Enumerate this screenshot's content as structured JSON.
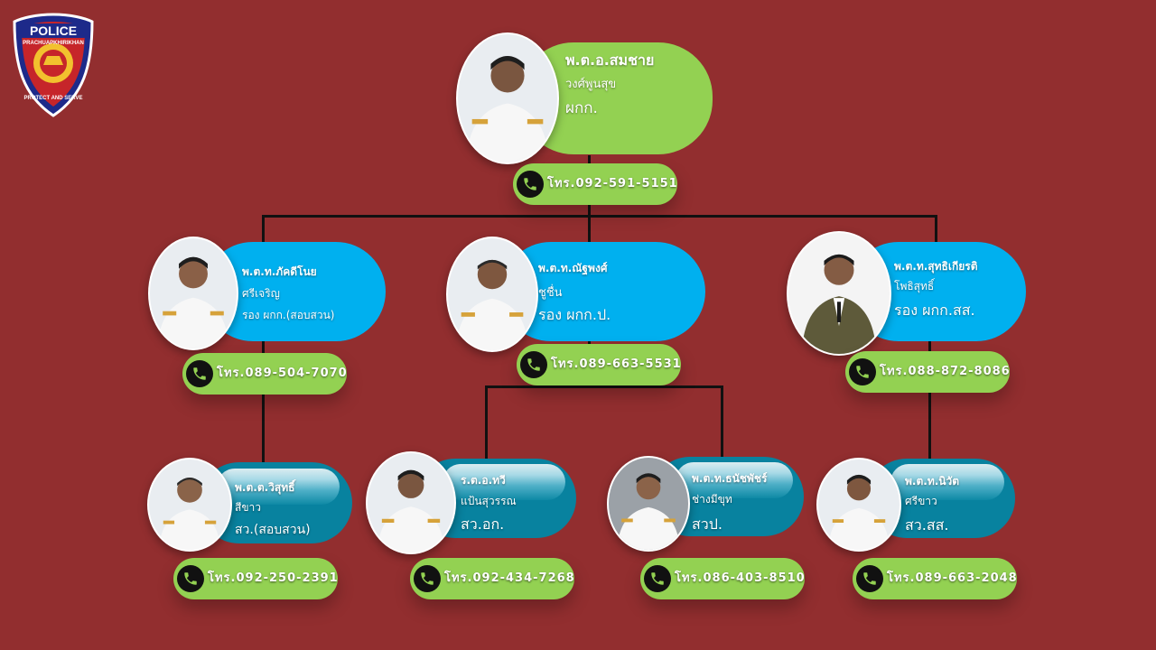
{
  "logo": {
    "top_text": "POLICE",
    "province_text": "PRACHUAPKHIRIKHAN",
    "motto": "PROTECT AND SERVE"
  },
  "nodes": [
    {
      "id": "n0",
      "line1": "พ.ต.อ.สมชาย",
      "line2": "วงศ์พูนสุข",
      "role": "ผกก.",
      "phone": "โทร.092-591-5151"
    },
    {
      "id": "n1",
      "line1": "พ.ต.ท.ภัคดีโนย",
      "line2": "ศรีเจริญ",
      "role": "รอง ผกก.(สอบสวน)",
      "phone": "โทร.089-504-7070"
    },
    {
      "id": "n2",
      "line1": "พ.ต.ท.ณัฐพงศ์",
      "line2": "ชูชื่น",
      "role": "รอง ผกก.ป.",
      "phone": "โทร.089-663-5531"
    },
    {
      "id": "n3",
      "line1": "พ.ต.ท.สุทธิเกียรติ",
      "line2": "โพธิสุทธิ์",
      "role": "รอง ผกก.สส.",
      "phone": "โทร.088-872-8086"
    },
    {
      "id": "n4",
      "line1": "พ.ต.ต.วิสุทธิ์",
      "line2": "สีขาว",
      "role": "สว.(สอบสวน)",
      "phone": "โทร.092-250-2391"
    },
    {
      "id": "n5",
      "line1": "ร.ต.อ.ทวี",
      "line2": "แป้นสุวรรณ",
      "role": "สว.อก.",
      "phone": "โทร.092-434-7268"
    },
    {
      "id": "n6",
      "line1": "พ.ต.ท.ธนัชพัชร์",
      "line2": "ช่างมีขุท",
      "role": "สวป.",
      "phone": "โทร.086-403-8510"
    },
    {
      "id": "n7",
      "line1": "พ.ต.ท.นิวัต",
      "line2": "ศรีขาว",
      "role": "สว.สส.",
      "phone": "โทร.089-663-2048"
    }
  ]
}
